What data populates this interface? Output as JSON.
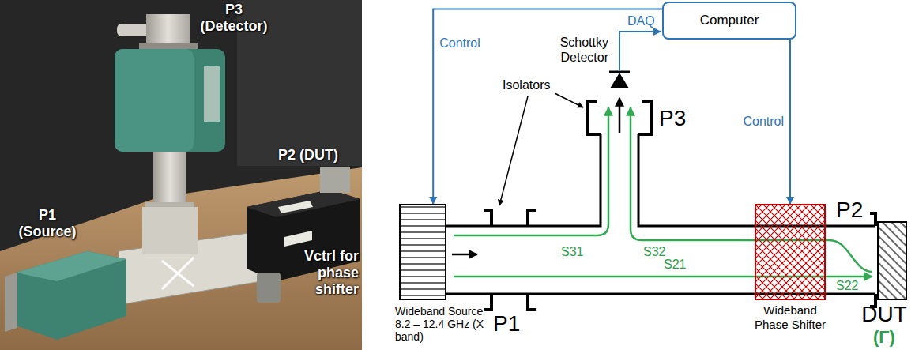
{
  "diagram": {
    "nodes": [
      {
        "text": [
          "Computer"
        ]
      },
      {
        "text": [
          "Wideband Source",
          "8.2 – 12.4 GHz (X band)"
        ]
      },
      {
        "text": [
          "Wideband Phase Shifter"
        ]
      },
      {
        "text": [
          "DUT",
          "(Γ)"
        ]
      }
    ],
    "edges": [
      {
        "from": 0,
        "to": 1,
        "arrow": "to",
        "label": "Control"
      },
      {
        "from": 0,
        "to": 2,
        "arrow": "to",
        "label": "Control"
      }
    ],
    "labels": [
      "P3 (Detector)",
      "P2 (DUT)",
      "P1 (Source)",
      "Vctrl for phase shifter",
      "Schottky Detector",
      "DAQ",
      "Isolators",
      "P3",
      "S31",
      "S32",
      "S21",
      "S22",
      "P2",
      "P1"
    ]
  }
}
